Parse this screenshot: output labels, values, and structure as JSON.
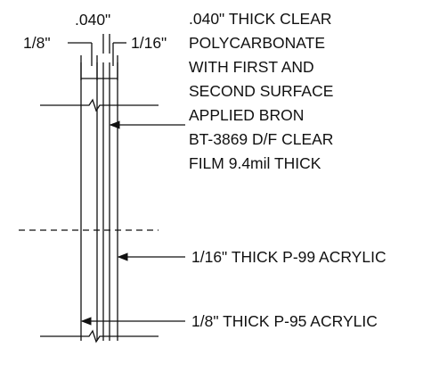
{
  "dimensions": {
    "top_thickness": ".040\"",
    "left_thickness": "1/8\"",
    "right_thickness": "1/16\""
  },
  "callouts": {
    "polycarbonate": [
      ".040\" THICK CLEAR",
      "POLYCARBONATE",
      "WITH FIRST AND",
      "SECOND SURFACE",
      "APPLIED BRON",
      "BT-3869 D/F CLEAR",
      "FILM 9.4mil THICK"
    ],
    "acrylic_p99": "1/16\" THICK P-99 ACRYLIC",
    "acrylic_p95": "1/8\" THICK P-95 ACRYLIC"
  },
  "colors": {
    "ink": "#111111",
    "background": "#ffffff"
  }
}
